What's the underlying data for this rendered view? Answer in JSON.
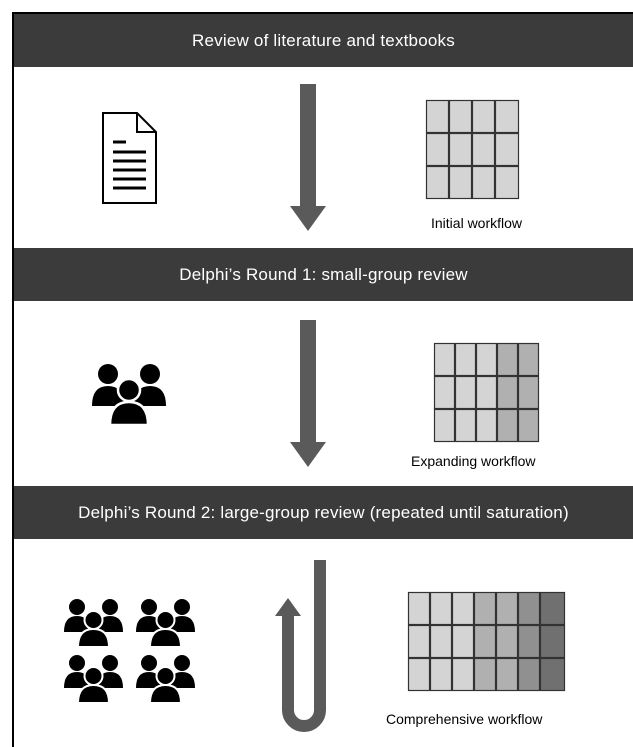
{
  "stages": [
    {
      "heading": "Review of literature and textbooks",
      "caption": "Initial workflow",
      "icon": "document-icon"
    },
    {
      "heading": "Delphi’s Round 1: small-group review",
      "caption": "Expanding workflow",
      "icon": "group-icon"
    },
    {
      "heading": "Delphi’s Round 2: large-group review (repeated until saturation)",
      "caption": "Comprehensive workflow",
      "icon": "four-groups-icon"
    }
  ],
  "colors": {
    "band": "#3b3b3b",
    "arrow": "#5a5a5a",
    "cell_light": "#d4d4d4",
    "cell_mid": "#b0b0b0",
    "cell_dark": "#707070"
  }
}
